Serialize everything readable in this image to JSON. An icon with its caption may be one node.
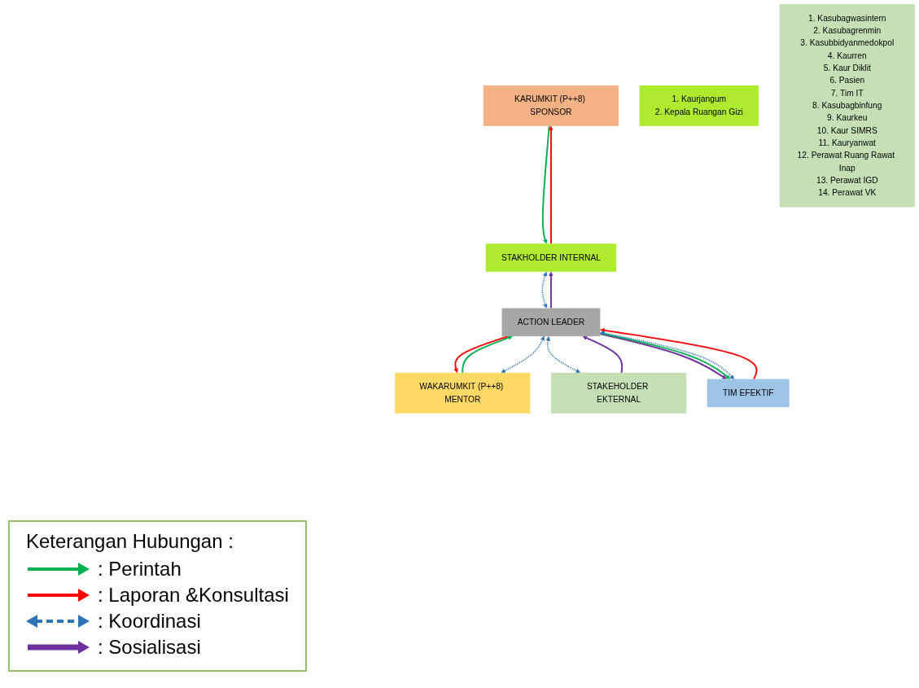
{
  "diagram": {
    "nodes": [
      {
        "text": [
          "KARUMKIT (P++8) SPONSOR"
        ]
      },
      {
        "text": [
          "WAKARUMKIT (P++8) MENTOR"
        ]
      },
      {
        "text": [
          "STAKHOLDER INTERNAL"
        ]
      },
      {
        "text": [
          "ACTION LEADER"
        ]
      },
      {
        "text": [
          "STAKEHOLDER EKTERNAL"
        ]
      },
      {
        "text": [
          "1. Kaurjangum",
          "2. Kepala Ruangan Gizi"
        ]
      },
      {
        "text": [
          "TIM EFEKTIF"
        ]
      },
      {
        "text": [
          "1. Kasubagwasintern",
          "2. Kasubagrenmin",
          "3. Kasubbidyanmedokpol",
          "4. Kaurren",
          "5. Kaur Diklit",
          "6. Pasien",
          "7. Tim IT",
          "8. Kasubagbinfung",
          "9. Kaurkeu",
          "10. Kaur SIMRS",
          "11. Kauryanwat",
          "12. Perawat Ruang Rawat Inap",
          "13. Perawat IGD",
          "14. Perawat VK"
        ]
      }
    ],
    "edges": [
      {
        "from": 0,
        "to": 2,
        "arrow": "to",
        "color": "#00b050"
      },
      {
        "from": 2,
        "to": 0,
        "arrow": "to",
        "color": "#ff0000"
      },
      {
        "from": 1,
        "to": 3,
        "arrow": "to",
        "color": "#00b050"
      },
      {
        "from": 3,
        "to": 1,
        "arrow": "to",
        "color": "#ff0000"
      },
      {
        "from": 1,
        "to": 3,
        "arrow": "both",
        "style": "dashed",
        "color": "#2e75b6"
      },
      {
        "from": 2,
        "to": 3,
        "arrow": "both",
        "style": "dashed",
        "color": "#2e75b6"
      },
      {
        "from": 3,
        "to": 2,
        "arrow": "to",
        "color": "#7030a0"
      },
      {
        "from": 3,
        "to": 4,
        "arrow": "both",
        "style": "dashed",
        "color": "#2e75b6"
      },
      {
        "from": 4,
        "to": 3,
        "arrow": "to",
        "color": "#7030a0"
      },
      {
        "from": 3,
        "to": 6,
        "arrow": "to",
        "color": "#7030a0"
      },
      {
        "from": 3,
        "to": 6,
        "arrow": "to",
        "color": "#00b050"
      },
      {
        "from": 6,
        "to": 3,
        "arrow": "to",
        "color": "#ff0000"
      },
      {
        "from": 3,
        "to": 6,
        "arrow": "both",
        "style": "dashed",
        "color": "#2e75b6"
      }
    ],
    "labels": [
      "Keterangan Hubungan :"
    ],
    "legend": [
      {
        "text": ": Perintah"
      },
      {
        "text": ": Laporan &Konsultasi"
      },
      {
        "text": ": Koordinasi"
      },
      {
        "text": ": Sosialisasi"
      }
    ]
  }
}
